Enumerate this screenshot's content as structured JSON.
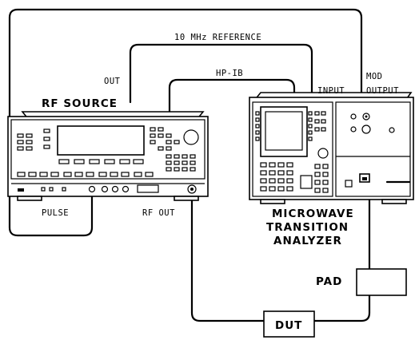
{
  "labels": {
    "ref_10mhz": "10 MHz REFERENCE",
    "out": "OUT",
    "hpib": "HP-IB",
    "input": "INPUT",
    "mod": "MOD",
    "output": "OUTPUT",
    "rf_source": "RF SOURCE",
    "pulse": "PULSE",
    "rf_out": "RF OUT",
    "mta_line1": "MICROWAVE",
    "mta_line2": "TRANSITION",
    "mta_line3": "ANALYZER",
    "pad": "PAD",
    "dut": "DUT"
  }
}
